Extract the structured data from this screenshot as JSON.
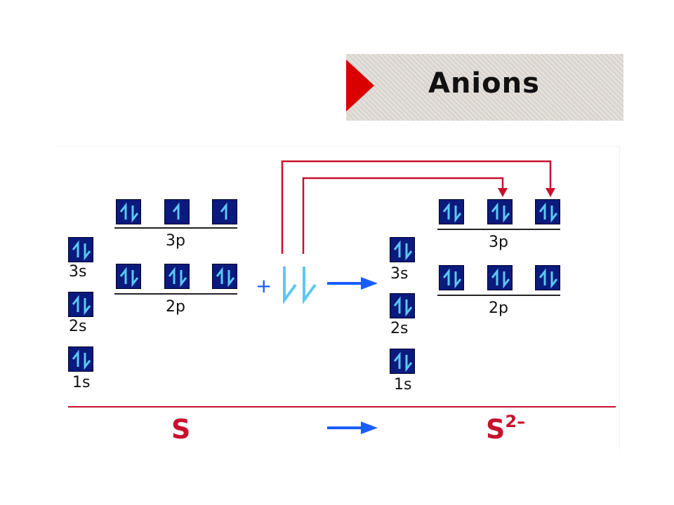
{
  "header": {
    "title": "Anions"
  },
  "diagram": {
    "left": {
      "s_orbitals": [
        {
          "label": "3s",
          "electrons": "pair"
        },
        {
          "label": "2s",
          "electrons": "pair"
        },
        {
          "label": "1s",
          "electrons": "pair"
        }
      ],
      "p_orbitals": [
        {
          "label": "3p",
          "boxes": [
            "pair",
            "up",
            "up"
          ]
        },
        {
          "label": "2p",
          "boxes": [
            "pair",
            "pair",
            "pair"
          ]
        }
      ]
    },
    "added": {
      "sign": "+",
      "electrons": 2
    },
    "right": {
      "s_orbitals": [
        {
          "label": "3s",
          "electrons": "pair"
        },
        {
          "label": "2s",
          "electrons": "pair"
        },
        {
          "label": "1s",
          "electrons": "pair"
        }
      ],
      "p_orbitals": [
        {
          "label": "3p",
          "boxes": [
            "pair",
            "pair",
            "pair"
          ]
        },
        {
          "label": "2p",
          "boxes": [
            "pair",
            "pair",
            "pair"
          ]
        }
      ]
    },
    "bottom": {
      "reactant": "S",
      "product": "S",
      "product_charge": "2–"
    }
  },
  "colors": {
    "box_fill": "#0a1a7d",
    "electron_arrow": "#5bc8f5",
    "reaction_arrow": "#1a5cff",
    "accent_red": "#c8102e",
    "header_marker": "#d90000"
  }
}
